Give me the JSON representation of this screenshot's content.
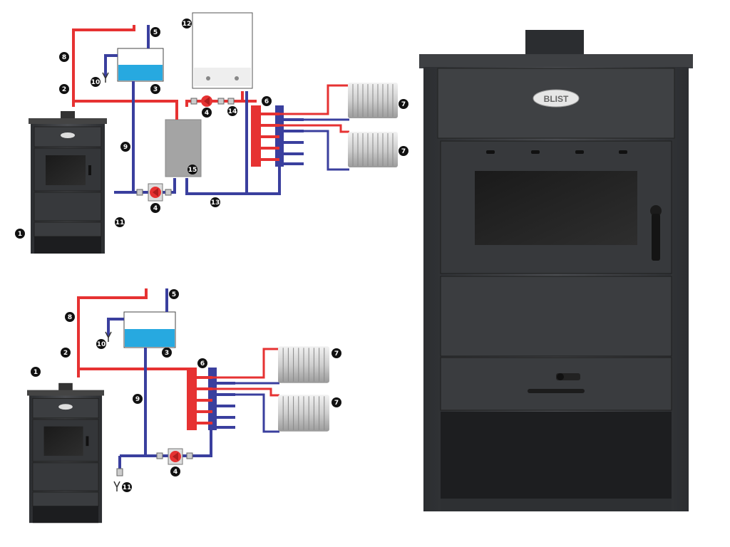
{
  "brand": {
    "logo_text": "BLIST"
  },
  "colors": {
    "supply": "#e63232",
    "return": "#3a3f9e",
    "water": "#27a9e0",
    "stove_body": "#3a3c3f",
    "stove_dark": "#1f2022",
    "buffer_tank": "#a4a4a4",
    "pump": "#e63232"
  },
  "callouts": {
    "n1": "1",
    "n2": "2",
    "n3": "3",
    "n4": "4",
    "n5": "5",
    "n6": "6",
    "n7": "7",
    "n8": "8",
    "n9": "9",
    "n10": "10",
    "n11": "11",
    "n12": "12",
    "n13": "13",
    "n14": "14",
    "n15": "15"
  }
}
